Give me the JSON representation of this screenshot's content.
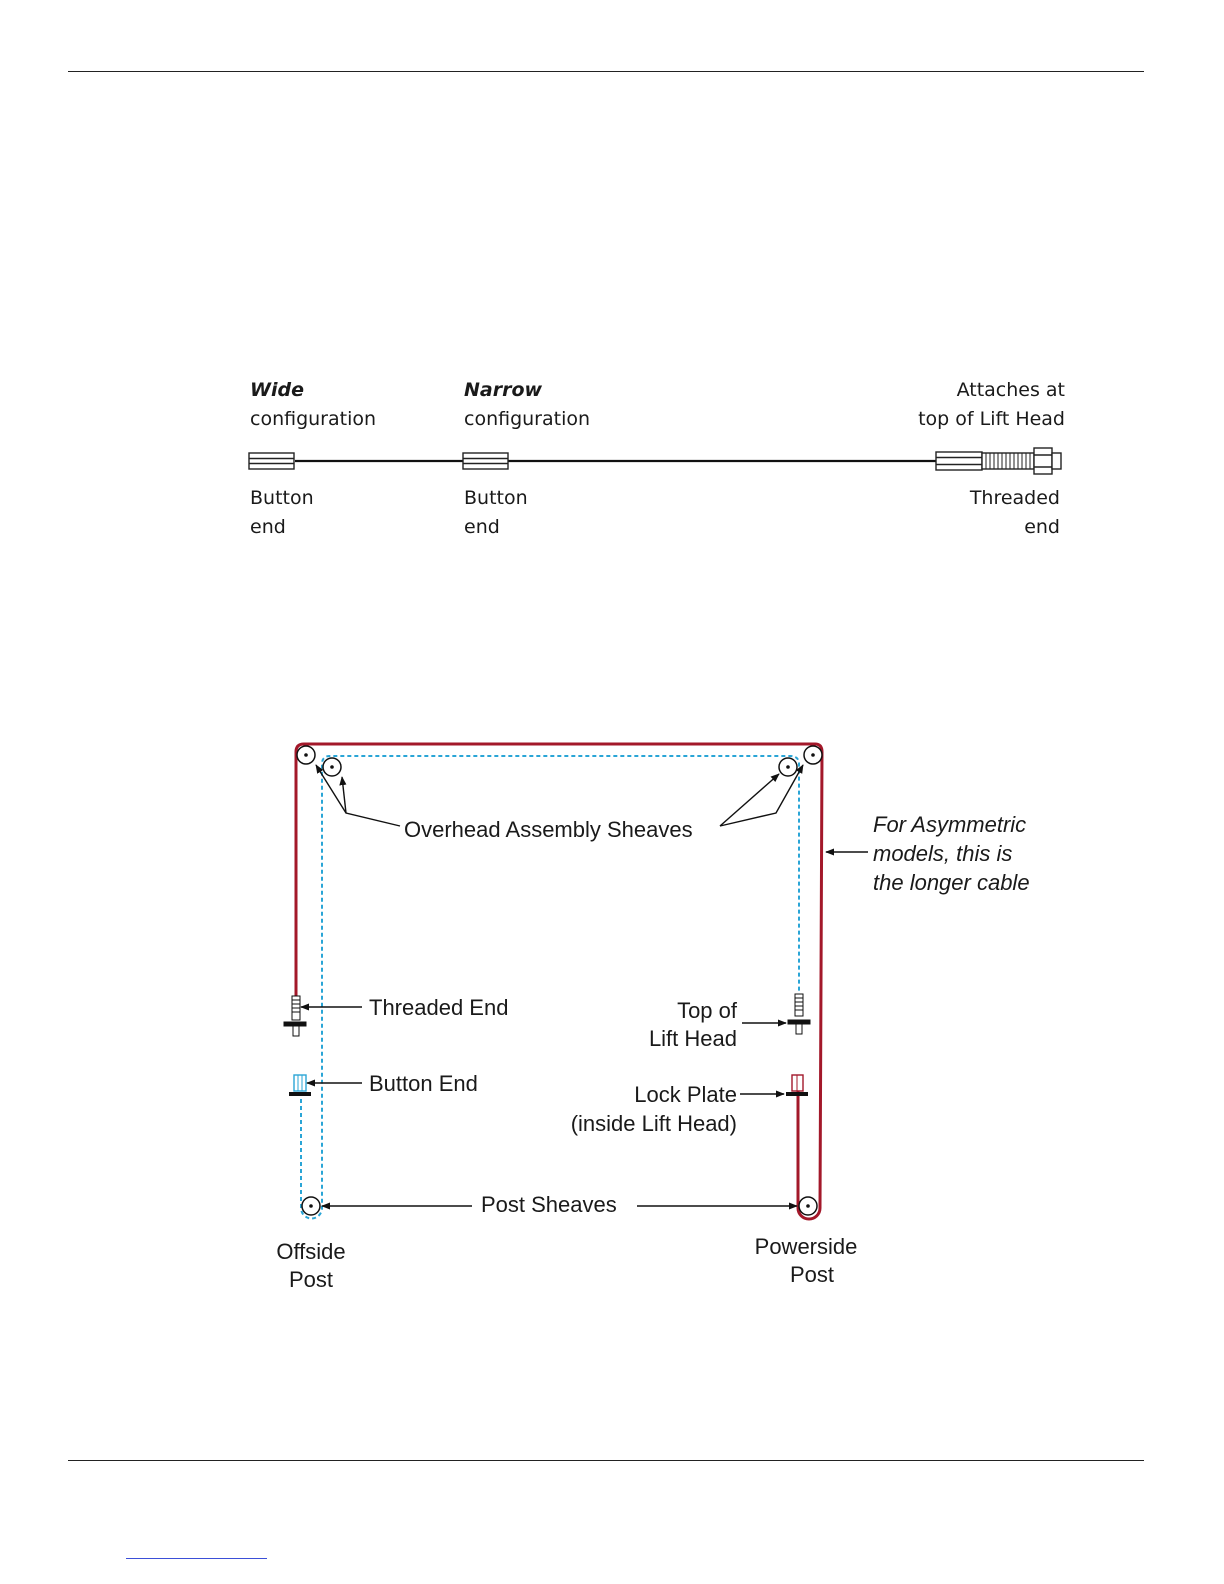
{
  "cable_diagram": {
    "wide_title": "Wide",
    "wide_sub": "configuration",
    "narrow_title": "Narrow",
    "narrow_sub": "configuration",
    "attach_line1": "Attaches at",
    "attach_line2": "top of Lift Head",
    "button_end_line1": "Button",
    "button_end_line2": "end",
    "threaded_end_line1": "Threaded",
    "threaded_end_line2": "end"
  },
  "routing_diagram": {
    "overhead_sheaves": "Overhead Assembly Sheaves",
    "asym_line1": "For Asymmetric",
    "asym_line2": "models, this is",
    "asym_line3": "the longer cable",
    "threaded_end": "Threaded End",
    "button_end": "Button End",
    "top_of_line1": "Top of",
    "top_of_line2": "Lift Head",
    "lock_plate_line1": "Lock Plate",
    "lock_plate_line2": "(inside Lift Head)",
    "post_sheaves": "Post Sheaves",
    "offside_line1": "Offside",
    "offside_line2": "Post",
    "powerside_line1": "Powerside",
    "powerside_line2": "Post"
  },
  "colors": {
    "red_cable": "#a3182a",
    "blue_cable": "#2aa5d6",
    "line": "#111111"
  }
}
